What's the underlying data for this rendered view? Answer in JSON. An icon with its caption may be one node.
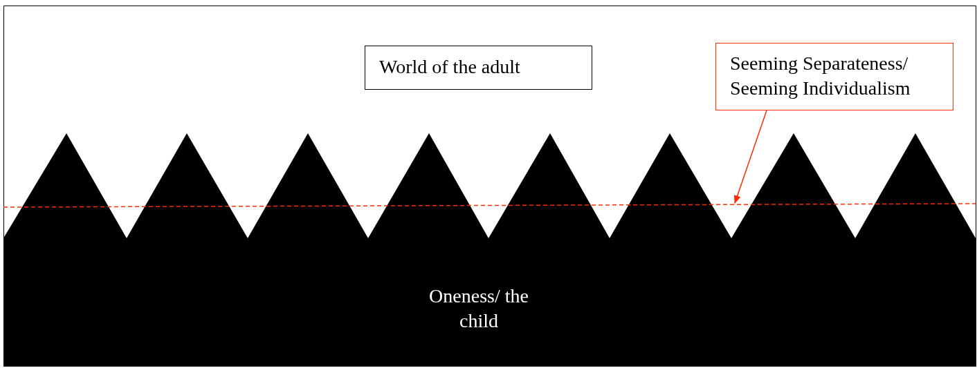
{
  "diagram": {
    "nodes": [
      {
        "text": [
          "World of the adult"
        ]
      },
      {
        "text": [
          "Seeming Separateness/ Seeming Individualism"
        ]
      },
      {
        "text": [],
        "shape": "line"
      },
      {
        "text": [
          "Oneness/ the child"
        ]
      }
    ],
    "edges": [
      {
        "from": 1,
        "to": 2,
        "arrow": "to",
        "color": "#ff2a00"
      }
    ]
  }
}
